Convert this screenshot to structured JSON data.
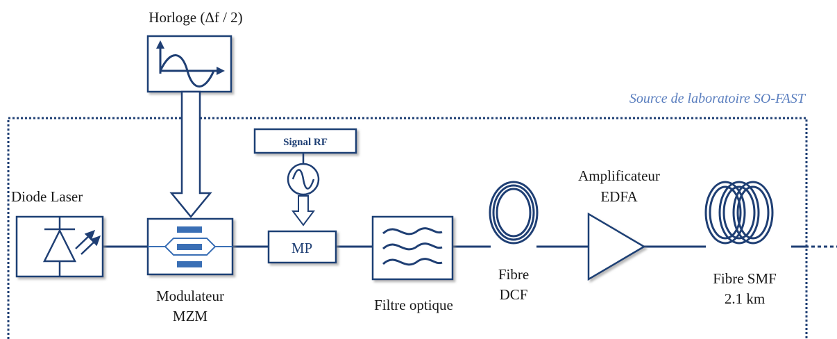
{
  "frame": {
    "title": "Source de laboratoire SO-FAST"
  },
  "clock": {
    "label": "Horloge (Δf / 2)"
  },
  "signal_rf": {
    "label": "Signal RF"
  },
  "laser": {
    "label": "Diode Laser"
  },
  "modulator": {
    "line1": "Modulateur",
    "line2": "MZM"
  },
  "mp": {
    "label": "MP"
  },
  "filter": {
    "label": "Filtre optique"
  },
  "dcf": {
    "line1": "Fibre",
    "line2": "DCF"
  },
  "edfa": {
    "line1": "Amplificateur",
    "line2": "EDFA"
  },
  "smf": {
    "line1": "Fibre SMF",
    "line2": "2.1 km"
  },
  "colors": {
    "line": "#1f3f74",
    "accent": "#3a6fb5",
    "frame": "#1f3f74",
    "frame_text": "#5b7fbf"
  }
}
